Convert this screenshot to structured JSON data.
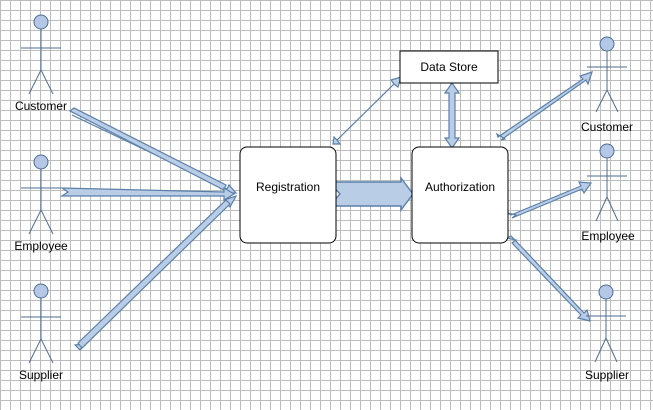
{
  "diagram": {
    "nodes": {
      "registration": "Registration",
      "authorization": "Authorization",
      "data_store": "Data Store"
    },
    "actors": {
      "left_customer": "Customer",
      "left_employee": "Employee",
      "left_supplier": "Supplier",
      "right_customer": "Customer",
      "right_employee": "Employee",
      "right_supplier": "Supplier"
    }
  },
  "colors": {
    "actor_fill": "#b4c7e7",
    "actor_stroke": "#4f6d8f",
    "arrow_fill": "#b9cde6",
    "arrow_stroke": "#5b7fa8",
    "box_stroke": "#000000",
    "grid": "#bdbdbd"
  }
}
